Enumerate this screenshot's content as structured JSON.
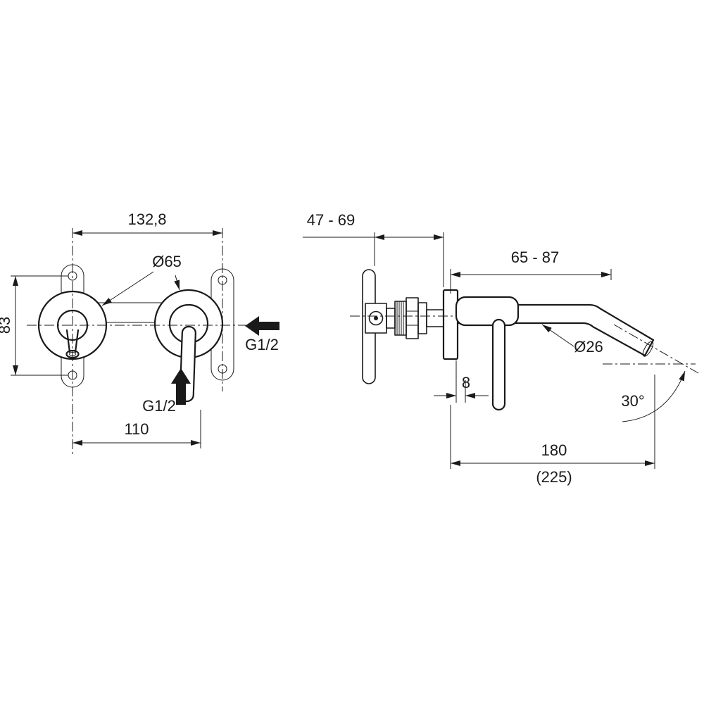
{
  "drawing": {
    "type": "technical-dimension-drawing",
    "subject": "wall-mounted basin mixer tap, front and side views",
    "colors": {
      "line": "#1a1a1a",
      "background": "#ffffff"
    },
    "front_view": {
      "width_top": "132,8",
      "escutcheon_diameter": "Ø65",
      "height_left": "83",
      "width_bottom": "110",
      "thread_right": "G1/2",
      "thread_bottom": "G1/2"
    },
    "side_view": {
      "install_depth_range": "47 - 69",
      "projection_range": "65 - 87",
      "spout_diameter": "Ø26",
      "gap": "8",
      "spout_angle": "30°",
      "spout_length": "180",
      "spout_length_alt": "(225)"
    }
  }
}
